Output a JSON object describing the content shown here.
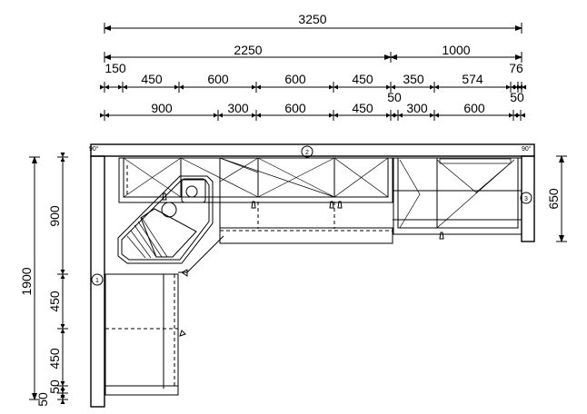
{
  "dimensions": {
    "total": "3250",
    "row2": [
      "2250",
      "1000"
    ],
    "row3_top_labels": [
      "150",
      "76"
    ],
    "row3": [
      "450",
      "600",
      "600",
      "450",
      "350",
      "574"
    ],
    "row3_bottom_labels": [
      "50",
      "50"
    ],
    "row4": [
      "900",
      "300",
      "600",
      "450",
      "300",
      "600"
    ],
    "left_total": "1900",
    "left_segments": [
      "900",
      "450",
      "450",
      "50",
      "50"
    ],
    "right": "650"
  },
  "plan": {
    "angle_left": "90°",
    "angle_right": "90°",
    "walls": [
      "1",
      "2",
      "3"
    ]
  }
}
